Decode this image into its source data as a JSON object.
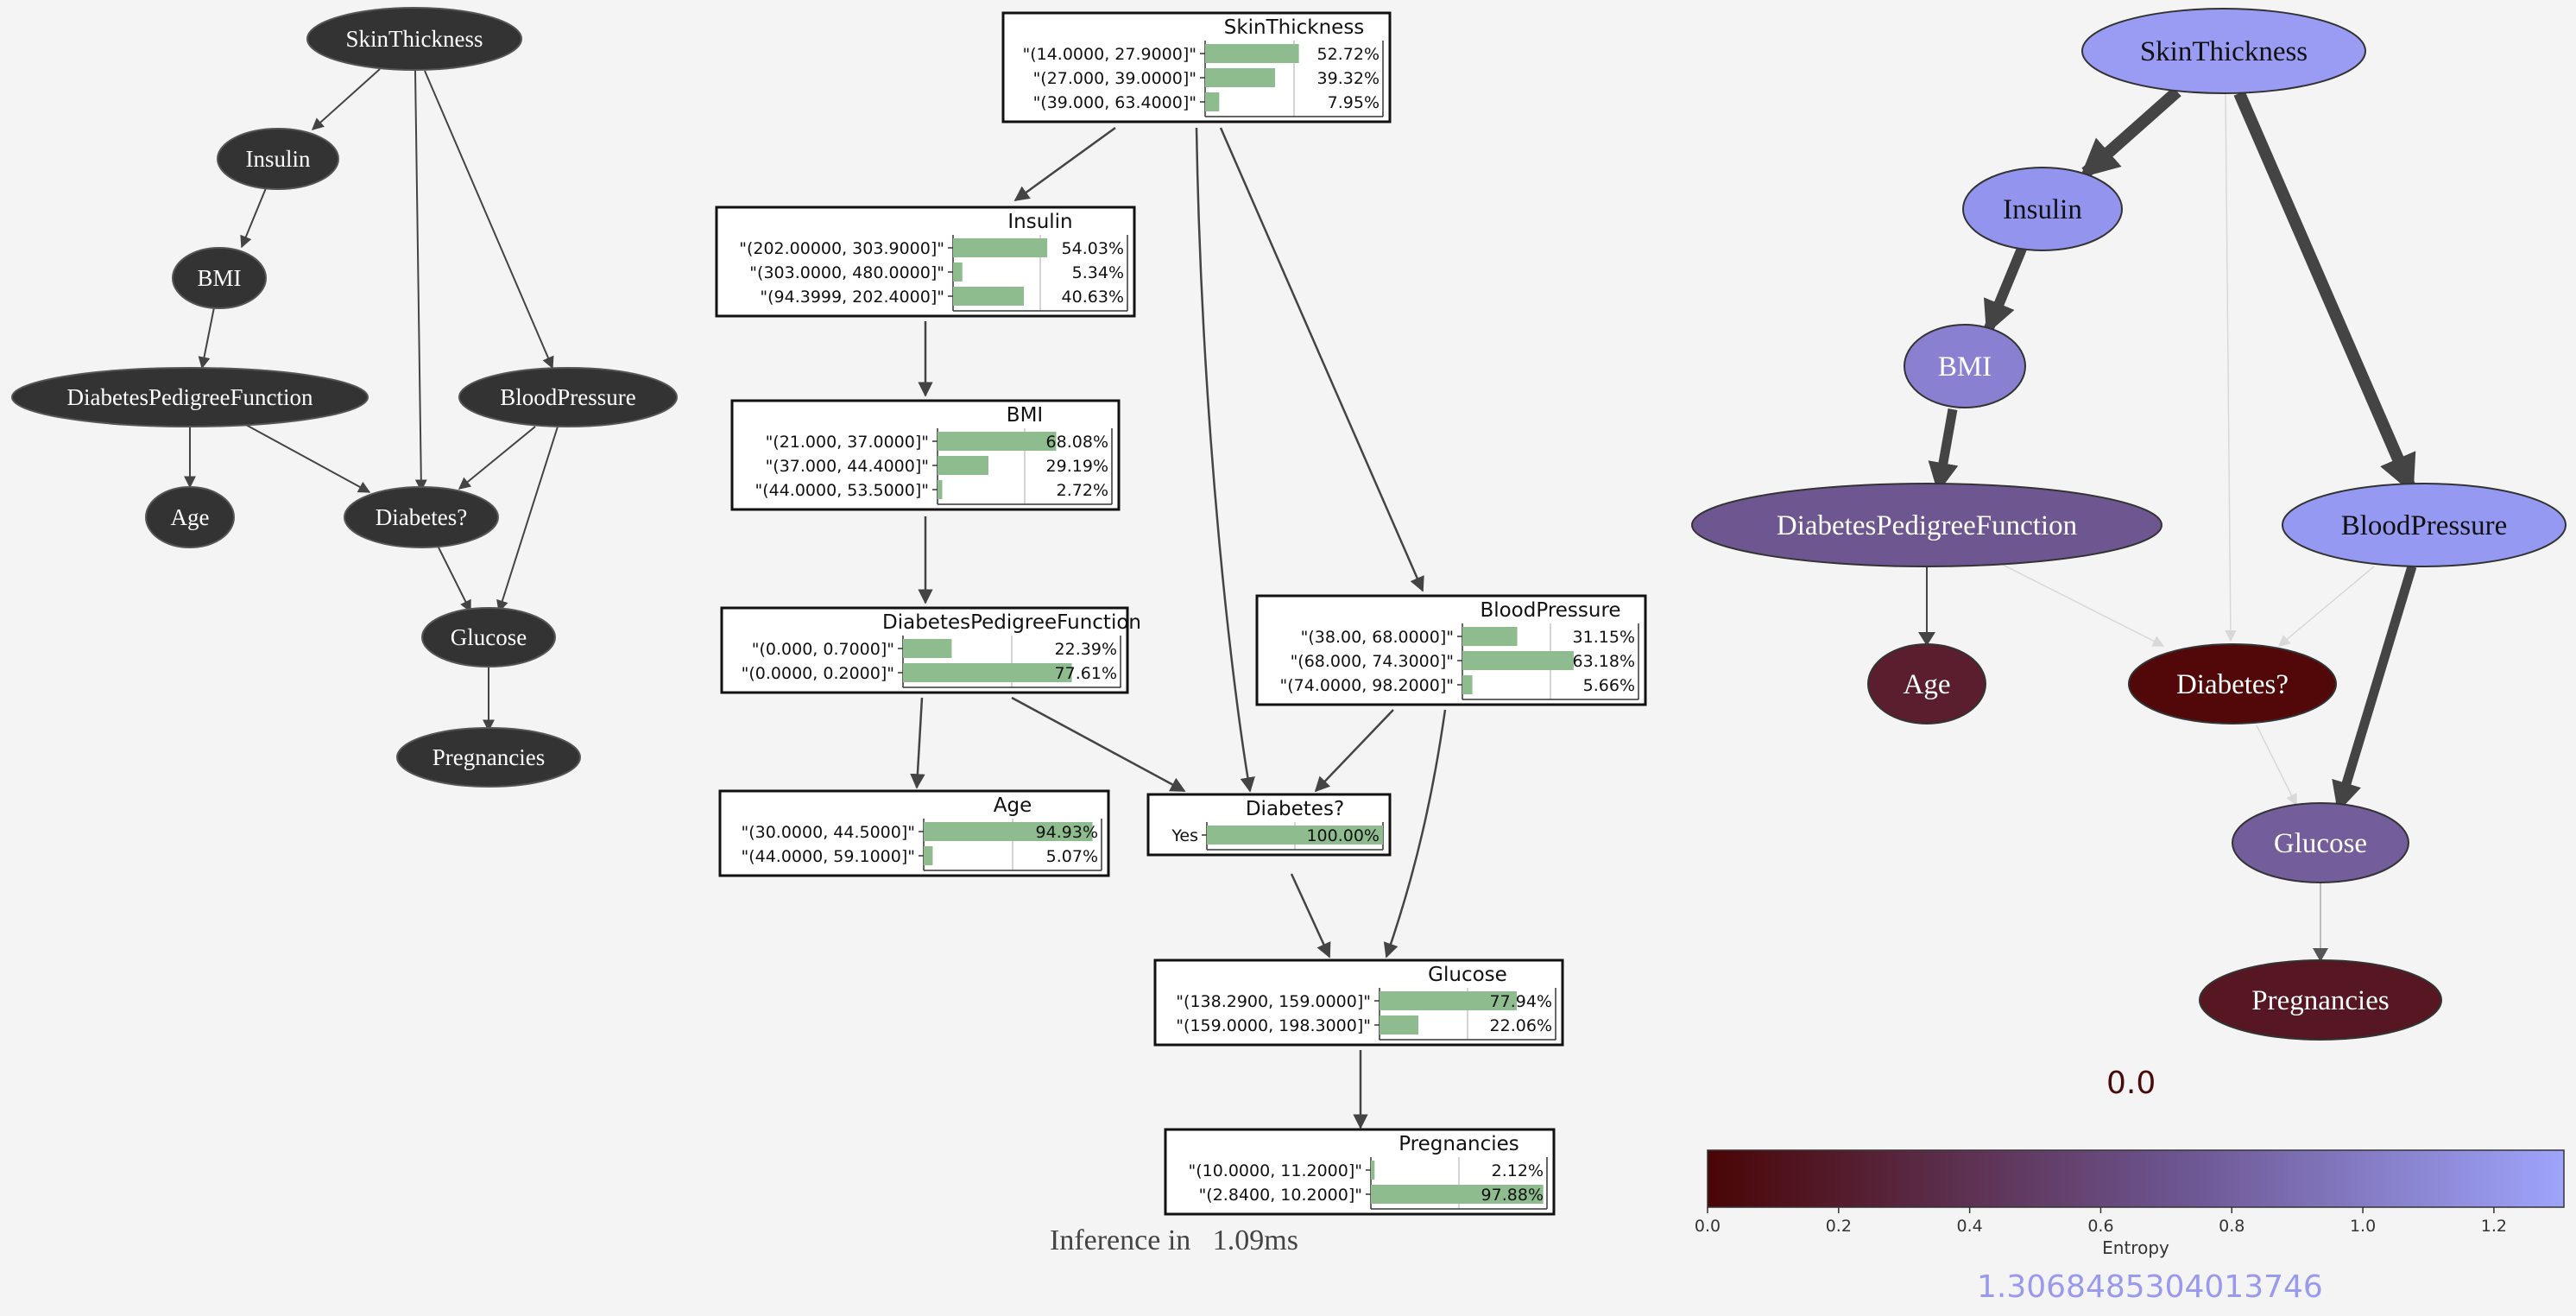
{
  "left_graph": {
    "nodes": {
      "skin": "SkinThickness",
      "insulin": "Insulin",
      "bmi": "BMI",
      "dpf": "DiabetesPedigreeFunction",
      "bp": "BloodPressure",
      "age": "Age",
      "diabetes": "Diabetes?",
      "glucose": "Glucose",
      "preg": "Pregnancies"
    },
    "node_color": "#333333"
  },
  "middle_graph": {
    "skin": {
      "title": "SkinThickness",
      "rows": [
        {
          "label": "\"(14.0000, 27.9000]\"",
          "pct": "52.72%",
          "value": 52.72
        },
        {
          "label": "\"(27.000, 39.0000]\"",
          "pct": "39.32%",
          "value": 39.32
        },
        {
          "label": "\"(39.000, 63.4000]\"",
          "pct": "7.95%",
          "value": 7.95
        }
      ]
    },
    "insulin": {
      "title": "Insulin",
      "rows": [
        {
          "label": "\"(202.00000, 303.9000]\"",
          "pct": "54.03%",
          "value": 54.03
        },
        {
          "label": "\"(303.0000, 480.0000]\"",
          "pct": "5.34%",
          "value": 5.34
        },
        {
          "label": "\"(94.3999, 202.4000]\"",
          "pct": "40.63%",
          "value": 40.63
        }
      ]
    },
    "bmi": {
      "title": "BMI",
      "rows": [
        {
          "label": "\"(21.000, 37.0000]\"",
          "pct": "68.08%",
          "value": 68.08
        },
        {
          "label": "\"(37.000, 44.4000]\"",
          "pct": "29.19%",
          "value": 29.19
        },
        {
          "label": "\"(44.0000, 53.5000]\"",
          "pct": "2.72%",
          "value": 2.72
        }
      ]
    },
    "dpf": {
      "title": "DiabetesPedigreeFunction",
      "rows": [
        {
          "label": "\"(0.000, 0.7000]\"",
          "pct": "22.39%",
          "value": 22.39
        },
        {
          "label": "\"(0.0000, 0.2000]\"",
          "pct": "77.61%",
          "value": 77.61
        }
      ]
    },
    "age": {
      "title": "Age",
      "rows": [
        {
          "label": "\"(30.0000, 44.5000]\"",
          "pct": "94.93%",
          "value": 94.93
        },
        {
          "label": "\"(44.0000, 59.1000]\"",
          "pct": "5.07%",
          "value": 5.07
        }
      ]
    },
    "diabetes": {
      "title": "Diabetes?",
      "rows": [
        {
          "label": "Yes",
          "pct": "100.00%",
          "value": 100.0
        }
      ]
    },
    "bp": {
      "title": "BloodPressure",
      "rows": [
        {
          "label": "\"(38.00, 68.0000]\"",
          "pct": "31.15%",
          "value": 31.15
        },
        {
          "label": "\"(68.000, 74.3000]\"",
          "pct": "63.18%",
          "value": 63.18
        },
        {
          "label": "\"(74.0000, 98.2000]\"",
          "pct": "5.66%",
          "value": 5.66
        }
      ]
    },
    "glucose": {
      "title": "Glucose",
      "rows": [
        {
          "label": "\"(138.2900, 159.0000]\"",
          "pct": "77.94%",
          "value": 77.94
        },
        {
          "label": "\"(159.0000, 198.3000]\"",
          "pct": "22.06%",
          "value": 22.06
        }
      ]
    },
    "preg": {
      "title": "Pregnancies",
      "rows": [
        {
          "label": "\"(10.0000, 11.2000]\"",
          "pct": "2.12%",
          "value": 2.12
        },
        {
          "label": "\"(2.8400, 10.2000]\"",
          "pct": "97.88%",
          "value": 97.88
        }
      ]
    },
    "bar_color": "#8fbc8f",
    "inference_label": "Inference in",
    "inference_time": "1.09ms"
  },
  "right_graph": {
    "nodes": {
      "skin": {
        "label": "SkinThickness",
        "entropy": 1.3,
        "color": "#9a9cf4"
      },
      "insulin": {
        "label": "Insulin",
        "entropy": 1.25,
        "color": "#9294ee"
      },
      "bmi": {
        "label": "BMI",
        "entropy": 1.05,
        "color": "#8a80d2"
      },
      "dpf": {
        "label": "DiabetesPedigreeFunction",
        "entropy": 0.75,
        "color": "#6e5690"
      },
      "bp": {
        "label": "BloodPressure",
        "entropy": 1.3,
        "color": "#9699f2"
      },
      "age": {
        "label": "Age",
        "entropy": 0.2,
        "color": "#5a1e2e"
      },
      "diabetes": {
        "label": "Diabetes?",
        "entropy": 0.0,
        "color": "#520808"
      },
      "glucose": {
        "label": "Glucose",
        "entropy": 0.75,
        "color": "#735d9b"
      },
      "preg": {
        "label": "Pregnancies",
        "entropy": 0.14,
        "color": "#561722"
      }
    },
    "colorbar": {
      "label": "Entropy",
      "ticks": [
        "0.0",
        "0.2",
        "0.4",
        "0.6",
        "0.8",
        "1.0",
        "1.2"
      ],
      "min": 0.0,
      "max": 1.3068485304013746,
      "color_low": "#4a0505",
      "color_mid": "#6c5590",
      "color_high": "#9ea4fb"
    },
    "min_label": "0.0",
    "max_label": "1.3068485304013746"
  }
}
